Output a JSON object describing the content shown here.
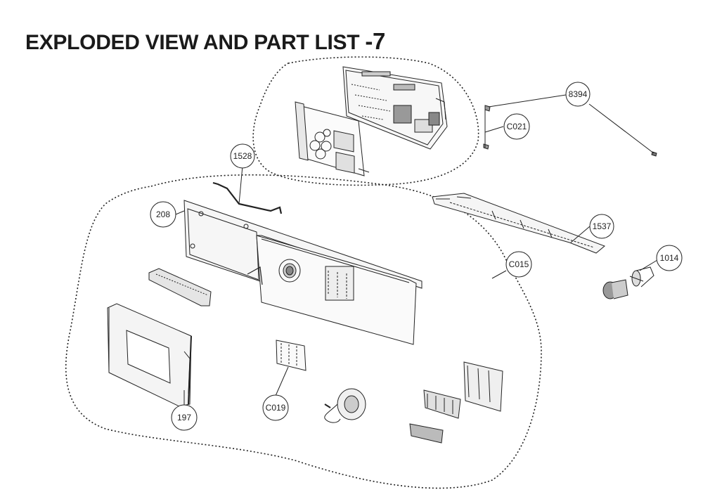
{
  "title": {
    "text": "EXPLODED VIEW AND PART LIST",
    "number": "-7"
  },
  "callouts": [
    {
      "id": "8394",
      "label": "8394"
    },
    {
      "id": "C021",
      "label": "C021"
    },
    {
      "id": "1528",
      "label": "1528"
    },
    {
      "id": "208",
      "label": "208"
    },
    {
      "id": "1537",
      "label": "1537"
    },
    {
      "id": "C015",
      "label": "C015"
    },
    {
      "id": "1014",
      "label": "1014"
    },
    {
      "id": "197",
      "label": "197"
    },
    {
      "id": "C019",
      "label": "C019"
    }
  ]
}
